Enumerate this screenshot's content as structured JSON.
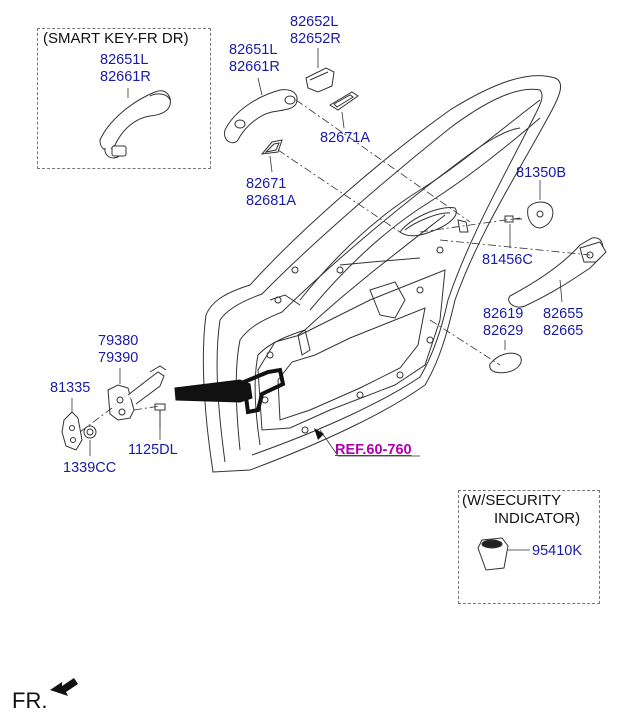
{
  "boxes": {
    "smart_key": "(SMART KEY-FR DR)",
    "security_line1": "(W/SECURITY",
    "security_line2": "INDICATOR)"
  },
  "labels": {
    "p82651L_a": "82651L",
    "p82661R_a": "82661R",
    "p82651L_b": "82651L",
    "p82661R_b": "82661R",
    "p82652L": "82652L",
    "p82652R": "82652R",
    "p82671A": "82671A",
    "p82671": "82671",
    "p82681A": "82681A",
    "p81350B": "81350B",
    "p81456C": "81456C",
    "p82655": "82655",
    "p82665": "82665",
    "p82619": "82619",
    "p82629": "82629",
    "p79380": "79380",
    "p79390": "79390",
    "p81335": "81335",
    "p1339CC": "1339CC",
    "p1125DL": "1125DL",
    "p95410K": "95410K"
  },
  "ref": "REF.60-760",
  "fr": "FR."
}
